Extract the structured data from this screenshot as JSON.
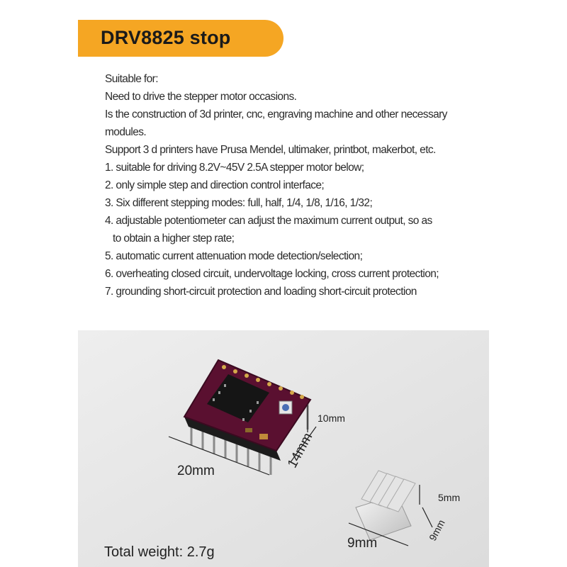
{
  "banner": {
    "title": "DRV8825 stop"
  },
  "description": {
    "lines": [
      "Suitable for:",
      "Need to drive the stepper motor occasions.",
      "Is the construction of 3d printer, cnc, engraving machine and other necessary",
      "modules.",
      "Support 3 d printers have Prusa Mendel, ultimaker, printbot, makerbot, etc.",
      "1. suitable for driving 8.2V~45V 2.5A stepper motor below;",
      "2. only simple step and direction control interface;",
      "3. Six different stepping modes: full, half, 1/4, 1/8, 1/16, 1/32;",
      "4. adjustable potentiometer can adjust the maximum current output, so as",
      "to obtain a higher step rate;",
      "5. automatic current attenuation mode detection/selection;",
      "6. overheating closed circuit, undervoltage locking, cross current protection;",
      "7. grounding short-circuit protection and loading short-circuit protection"
    ]
  },
  "photo": {
    "dim_height": "10mm",
    "dim_width": "20mm",
    "dim_depth": "14mm",
    "heatsink_height": "5mm",
    "heatsink_depth": "9mm",
    "heatsink_width": "9mm",
    "weight": "Total weight: 2.7g"
  },
  "colors": {
    "banner": "#f5a623",
    "pcb": "#5a1030"
  }
}
